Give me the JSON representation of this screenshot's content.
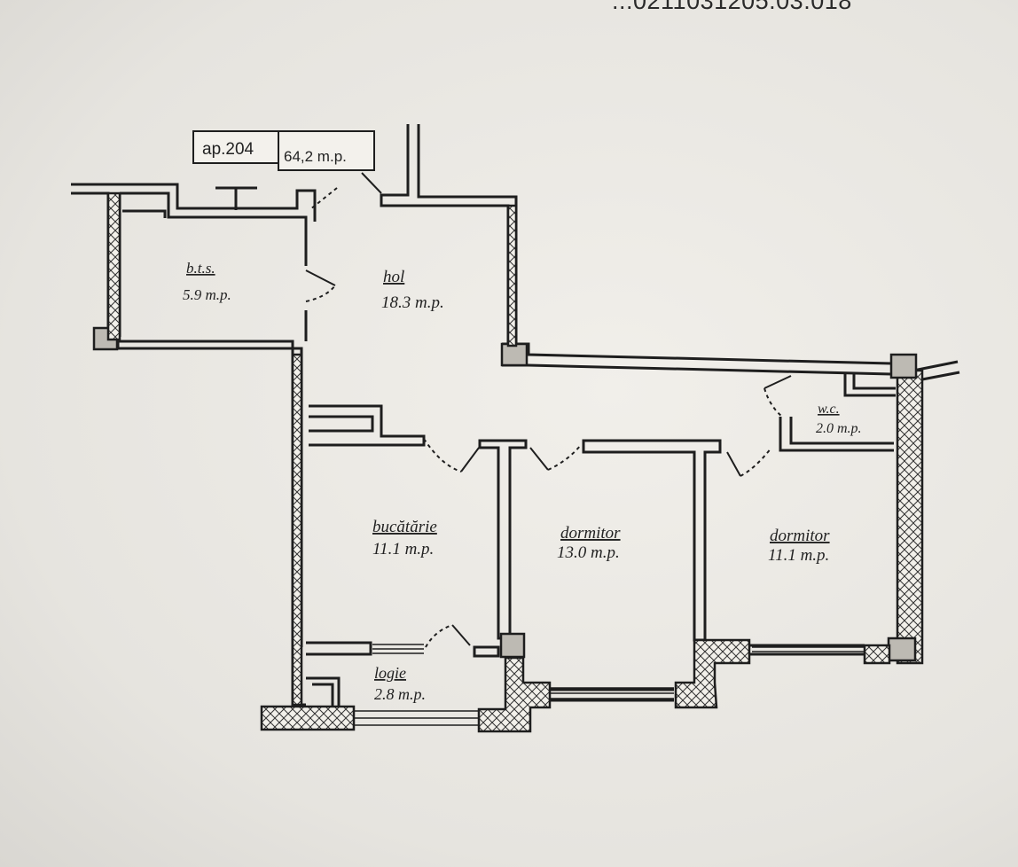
{
  "document": {
    "reference_number": "...0211031205.03.018",
    "apartment": {
      "number_label": "ap.204",
      "total_area": "64,2 m.p."
    },
    "rooms": [
      {
        "id": "bts",
        "name": "b.t.s.",
        "area": "5.9 m.p."
      },
      {
        "id": "hol",
        "name": "hol",
        "area": "18.3 m.p."
      },
      {
        "id": "wc",
        "name": "w.c.",
        "area": "2.0 m.p."
      },
      {
        "id": "bucatarie",
        "name": "bucătărie",
        "area": "11.1 m.p."
      },
      {
        "id": "dormitor1",
        "name": "dormitor",
        "area": "13.0 m.p."
      },
      {
        "id": "dormitor2",
        "name": "dormitor",
        "area": "11.1 m.p."
      },
      {
        "id": "logie",
        "name": "logie",
        "area": "2.8 m.p."
      }
    ]
  }
}
